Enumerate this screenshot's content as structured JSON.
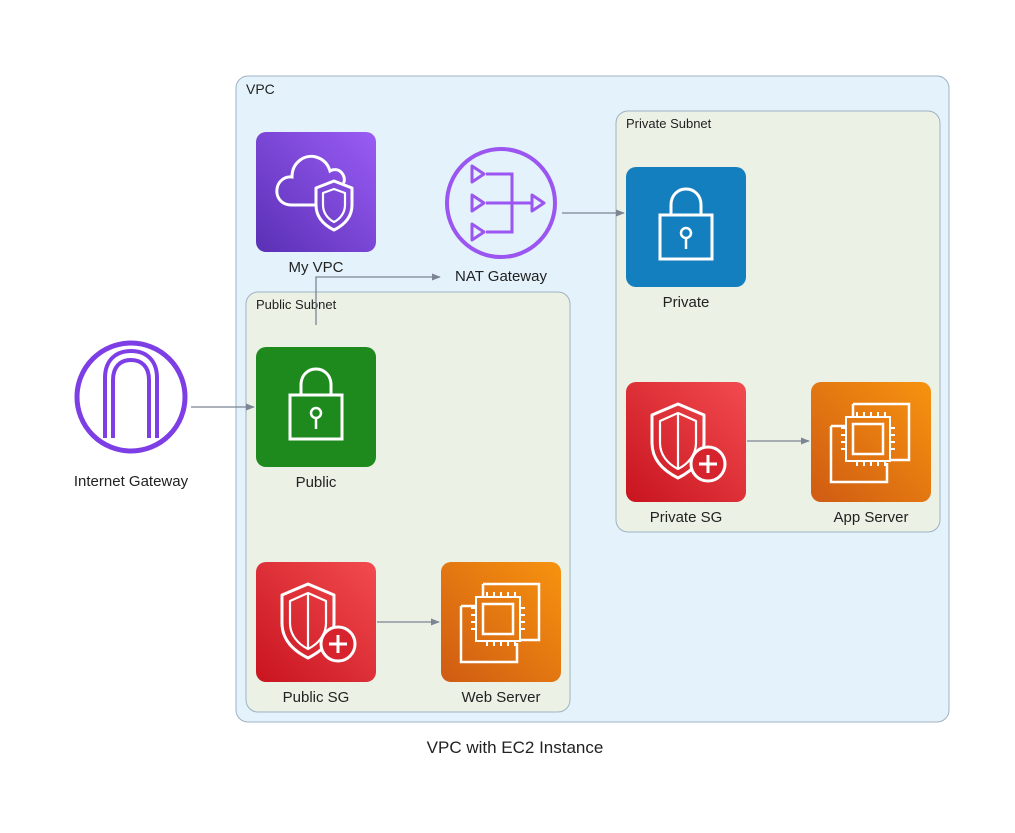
{
  "diagram": {
    "caption": "VPC with EC2 Instance",
    "clusters": {
      "vpc": "VPC",
      "public_subnet": "Public Subnet",
      "private_subnet": "Private Subnet"
    },
    "nodes": {
      "internet_gateway": {
        "label": "Internet Gateway",
        "icon": "internet-gateway-icon"
      },
      "my_vpc": {
        "label": "My VPC",
        "icon": "vpc-cloud-shield-icon"
      },
      "nat_gateway": {
        "label": "NAT Gateway",
        "icon": "nat-gateway-icon"
      },
      "public": {
        "label": "Public",
        "icon": "lock-icon"
      },
      "public_sg": {
        "label": "Public SG",
        "icon": "security-group-icon"
      },
      "web_server": {
        "label": "Web Server",
        "icon": "ec2-instance-icon"
      },
      "private": {
        "label": "Private",
        "icon": "lock-icon"
      },
      "private_sg": {
        "label": "Private SG",
        "icon": "security-group-icon"
      },
      "app_server": {
        "label": "App Server",
        "icon": "ec2-instance-icon"
      }
    },
    "edges": [
      {
        "from": "internet_gateway",
        "to": "public"
      },
      {
        "from": "public",
        "to": "nat_gateway"
      },
      {
        "from": "nat_gateway",
        "to": "private"
      },
      {
        "from": "public_sg",
        "to": "web_server"
      },
      {
        "from": "private_sg",
        "to": "app_server"
      }
    ],
    "colors": {
      "vpc_fill": "#e4f3fb",
      "subnet_fill": "#ebf1e5",
      "cluster_border": "#9fb1c2",
      "purple": "#7d3ee6",
      "green": "#1e8a1e",
      "blue": "#147fbf",
      "red": "#d6232e",
      "orange": "#e8720c",
      "edge": "#7b8594"
    }
  }
}
